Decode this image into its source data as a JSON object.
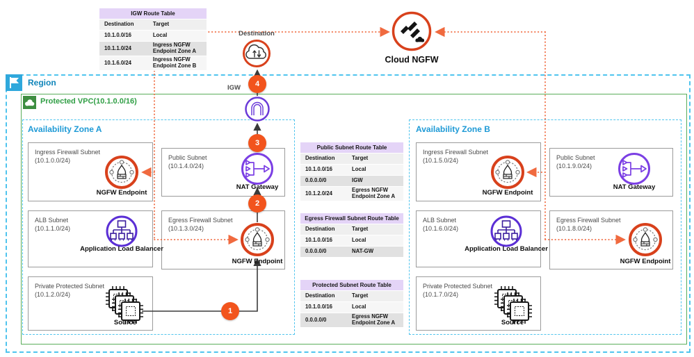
{
  "region": {
    "label": "Region"
  },
  "vpc": {
    "label": "Protected VPC(10.1.0.0/16)"
  },
  "zones": {
    "a": "Availability Zone A",
    "b": "Availability Zone B"
  },
  "external": {
    "destination": "Destination",
    "igw": "IGW",
    "cloud_ngfw": "Cloud NGFW"
  },
  "steps": {
    "s1": "1",
    "s2": "2",
    "s3": "3",
    "s4": "4"
  },
  "subnets": {
    "ingress_a": {
      "name": "Ingress Firewall Subnet",
      "cidr": "(10.1.0.0/24)",
      "resource": "NGFW Endpoint"
    },
    "public_a": {
      "name": "Public Subnet",
      "cidr": "(10.1.4.0/24)",
      "resource": "NAT Gateway"
    },
    "alb_a": {
      "name": "ALB Subnet",
      "cidr": "(10.1.1.0/24)",
      "resource": "Application Load Balancer"
    },
    "egress_a": {
      "name": "Egress Firewall Subnet",
      "cidr": "(10.1.3.0/24)",
      "resource": "NGFW Endpoint"
    },
    "private_a": {
      "name": "Private Protected Subnet",
      "cidr": "(10.1.2.0/24)",
      "resource": "Source"
    },
    "ingress_b": {
      "name": "Ingress Firewall Subnet",
      "cidr": "(10.1.5.0/24)",
      "resource": "NGFW Endpoint"
    },
    "public_b": {
      "name": "Public Subnet",
      "cidr": "(10.1.9.0/24)",
      "resource": "NAT Gateway"
    },
    "alb_b": {
      "name": "ALB Subnet",
      "cidr": "(10.1.6.0/24)",
      "resource": "Application Load Balancer"
    },
    "egress_b": {
      "name": "Egress Firewall Subnet",
      "cidr": "(10.1.8.0/24)",
      "resource": "NGFW Endpoint"
    },
    "private_b": {
      "name": "Private Protected Subnet",
      "cidr": "(10.1.7.0/24)",
      "resource": "Source"
    }
  },
  "route_tables": {
    "igw": {
      "title": "IGW Route Table",
      "columns": {
        "destination": "Destination",
        "target": "Target"
      },
      "rows": [
        {
          "destination": "10.1.0.0/16",
          "target": "Local"
        },
        {
          "destination": "10.1.1.0/24",
          "target": "Ingress NGFW Endpoint Zone A"
        },
        {
          "destination": "10.1.6.0/24",
          "target": "Ingress NGFW Endpoint Zone B"
        }
      ]
    },
    "public": {
      "title": "Public Subnet Route Table",
      "columns": {
        "destination": "Destination",
        "target": "Target"
      },
      "rows": [
        {
          "destination": "10.1.0.0/16",
          "target": "Local"
        },
        {
          "destination": "0.0.0.0/0",
          "target": "IGW"
        },
        {
          "destination": "10.1.2.0/24",
          "target": "Egress NGFW Endpoint Zone A"
        }
      ]
    },
    "egress": {
      "title": "Egress Firewall Subnet Route Table",
      "columns": {
        "destination": "Destination",
        "target": "Target"
      },
      "rows": [
        {
          "destination": "10.1.0.0/16",
          "target": "Local"
        },
        {
          "destination": "0.0.0.0/0",
          "target": "NAT-GW"
        }
      ]
    },
    "protected": {
      "title": "Protected Subnet Route Table",
      "columns": {
        "destination": "Destination",
        "target": "Target"
      },
      "rows": [
        {
          "destination": "10.1.0.0/16",
          "target": "Local"
        },
        {
          "destination": "0.0.0.0/0",
          "target": "Egress NGFW Endpoint Zone A"
        }
      ]
    }
  },
  "colors": {
    "accent_orange": "#e8501f",
    "icon_purple": "#6b3fd4",
    "vpc_green": "#5aad5a",
    "region_blue": "#4fc4ee",
    "table_header_purple": "#e4d4f7"
  }
}
